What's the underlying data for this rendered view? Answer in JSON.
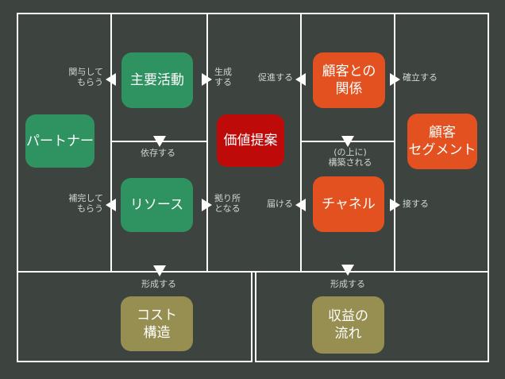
{
  "canvas": {
    "background_color": "#3d4440",
    "line_color": "#fdfdfd",
    "label_text_color": "#d2d6d3",
    "box_text_color": "#ffffff",
    "colors": {
      "green": "#2f9261",
      "red": "#bf0a0a",
      "orange": "#e2511f",
      "olive": "#978e52"
    }
  },
  "boxes": {
    "partners": {
      "text": "パートナー",
      "color": "#2f9261"
    },
    "key_activities": {
      "text": "主要活動",
      "color": "#2f9261"
    },
    "resources": {
      "text": "リソース",
      "color": "#2f9261"
    },
    "value_proposition": {
      "text": "価値提案",
      "color": "#bf0a0a"
    },
    "customer_relationships": {
      "text": "顧客との\n関係",
      "color": "#e2511f"
    },
    "channels": {
      "text": "チャネル",
      "color": "#e2511f"
    },
    "customer_segments": {
      "text": "顧客\nセグメント",
      "color": "#e2511f"
    },
    "cost_structure": {
      "text": "コスト\n構造",
      "color": "#978e52"
    },
    "revenue_streams": {
      "text": "収益の\n流れ",
      "color": "#978e52"
    }
  },
  "edge_labels": {
    "involve": {
      "text": "関与して\nもらう"
    },
    "generate": {
      "text": "生成\nする"
    },
    "promote": {
      "text": "促進する"
    },
    "establish": {
      "text": "確立する"
    },
    "depend": {
      "text": "依存する"
    },
    "built_on": {
      "text": "(の上に)\n構築される"
    },
    "complement": {
      "text": "補完して\nもらう"
    },
    "anchor": {
      "text": "拠り所\nとなる"
    },
    "deliver": {
      "text": "届ける"
    },
    "reach": {
      "text": "接する"
    },
    "form_cost": {
      "text": "形成する"
    },
    "form_revenue": {
      "text": "形成する"
    }
  }
}
